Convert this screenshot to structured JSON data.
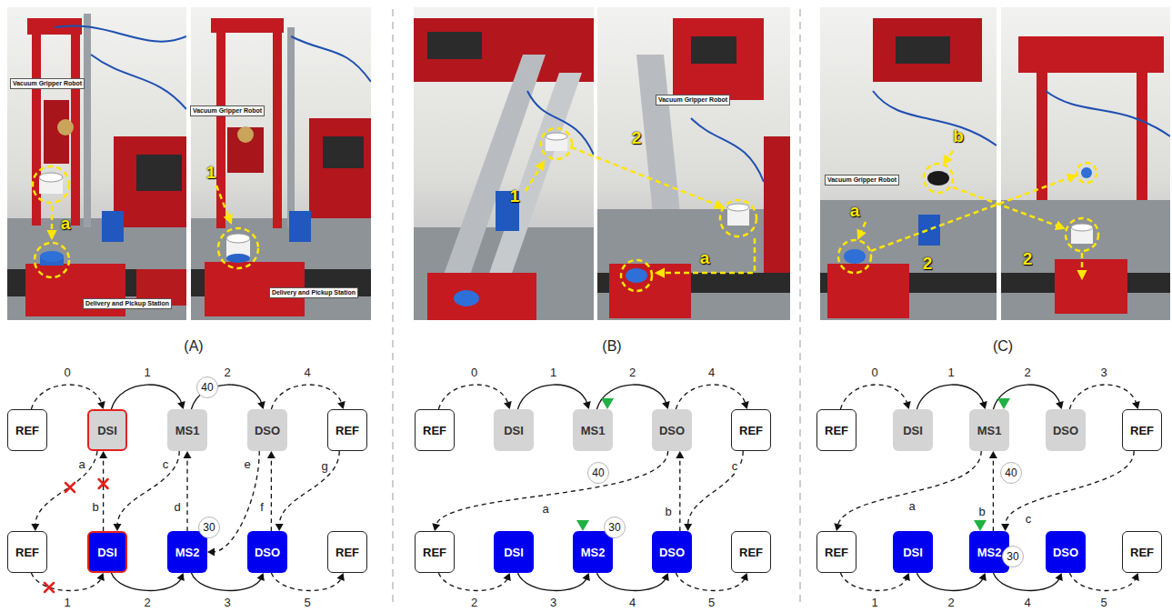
{
  "diagram": {
    "nodes": [
      {
        "text": [
          "REF"
        ]
      },
      {
        "text": [
          "DSI"
        ]
      },
      {
        "text": [
          "MS1"
        ]
      },
      {
        "text": [
          "DSO"
        ]
      },
      {
        "text": [
          "REF"
        ]
      },
      {
        "text": [
          "40"
        ]
      },
      {
        "text": [
          "REF"
        ]
      },
      {
        "text": [
          "DSI"
        ]
      },
      {
        "text": [
          "MS2"
        ]
      },
      {
        "text": [
          "DSO"
        ]
      },
      {
        "text": [
          "REF"
        ]
      },
      {
        "text": [
          "30"
        ]
      },
      {
        "text": [
          "REF"
        ]
      },
      {
        "text": [
          "DSI"
        ]
      },
      {
        "text": [
          "MS1"
        ]
      },
      {
        "text": [
          "DSO"
        ]
      },
      {
        "text": [
          "REF"
        ]
      },
      {
        "text": [
          "40"
        ]
      },
      {
        "text": [
          "REF"
        ]
      },
      {
        "text": [
          "DSI"
        ]
      },
      {
        "text": [
          "MS2"
        ]
      },
      {
        "text": [
          "DSO"
        ]
      },
      {
        "text": [
          "REF"
        ]
      },
      {
        "text": [
          "30"
        ]
      },
      {
        "text": [
          "REF"
        ]
      },
      {
        "text": [
          "DSI"
        ]
      },
      {
        "text": [
          "MS1"
        ]
      },
      {
        "text": [
          "DSO"
        ]
      },
      {
        "text": [
          "REF"
        ]
      },
      {
        "text": [
          "40"
        ]
      },
      {
        "text": [
          "REF"
        ]
      },
      {
        "text": [
          "DSI"
        ]
      },
      {
        "text": [
          "MS2"
        ]
      },
      {
        "text": [
          "DSO"
        ]
      },
      {
        "text": [
          "REF"
        ]
      },
      {
        "text": [
          "30"
        ]
      }
    ],
    "edges": [
      {
        "from": 0,
        "to": 1,
        "arrow": "to",
        "label": "0"
      },
      {
        "from": 1,
        "to": 2,
        "arrow": "to",
        "label": "1"
      },
      {
        "from": 2,
        "to": 3,
        "arrow": "to",
        "label": "2"
      },
      {
        "from": 3,
        "to": 4,
        "arrow": "to",
        "label": "4"
      },
      {
        "from": 1,
        "to": 6,
        "arrow": "to",
        "label": "a"
      },
      {
        "from": 7,
        "to": 1,
        "arrow": "to",
        "label": "b"
      },
      {
        "from": 2,
        "to": 7,
        "arrow": "to",
        "label": "c"
      },
      {
        "from": 8,
        "to": 2,
        "arrow": "to",
        "label": "d"
      },
      {
        "from": 3,
        "to": 8,
        "arrow": "to",
        "label": "e"
      },
      {
        "from": 9,
        "to": 3,
        "arrow": "to",
        "label": "f"
      },
      {
        "from": 4,
        "to": 9,
        "arrow": "to",
        "label": "g"
      },
      {
        "from": 6,
        "to": 7,
        "arrow": "to",
        "label": "1"
      },
      {
        "from": 7,
        "to": 8,
        "arrow": "to",
        "label": "2"
      },
      {
        "from": 8,
        "to": 9,
        "arrow": "to",
        "label": "3"
      },
      {
        "from": 9,
        "to": 10,
        "arrow": "to",
        "label": "5"
      },
      {
        "from": 12,
        "to": 13,
        "arrow": "to",
        "label": "0"
      },
      {
        "from": 13,
        "to": 14,
        "arrow": "to",
        "label": "1"
      },
      {
        "from": 14,
        "to": 15,
        "arrow": "to",
        "label": "2"
      },
      {
        "from": 15,
        "to": 16,
        "arrow": "to",
        "label": "4"
      },
      {
        "from": 15,
        "to": 18,
        "arrow": "to",
        "label": "a"
      },
      {
        "from": 21,
        "to": 15,
        "arrow": "to",
        "label": "b"
      },
      {
        "from": 16,
        "to": 21,
        "arrow": "to",
        "label": "c"
      },
      {
        "from": 18,
        "to": 19,
        "arrow": "to",
        "label": "2"
      },
      {
        "from": 19,
        "to": 20,
        "arrow": "to",
        "label": "3"
      },
      {
        "from": 20,
        "to": 21,
        "arrow": "to",
        "label": "4"
      },
      {
        "from": 21,
        "to": 22,
        "arrow": "to",
        "label": "5"
      },
      {
        "from": 24,
        "to": 25,
        "arrow": "to",
        "label": "0"
      },
      {
        "from": 25,
        "to": 26,
        "arrow": "to",
        "label": "1"
      },
      {
        "from": 26,
        "to": 27,
        "arrow": "to",
        "label": "2"
      },
      {
        "from": 27,
        "to": 28,
        "arrow": "to",
        "label": "3"
      },
      {
        "from": 26,
        "to": 30,
        "arrow": "to",
        "label": "a"
      },
      {
        "from": 32,
        "to": 26,
        "arrow": "to",
        "label": "b"
      },
      {
        "from": 28,
        "to": 32,
        "arrow": "to",
        "label": "c"
      },
      {
        "from": 30,
        "to": 31,
        "arrow": "to",
        "label": "1"
      },
      {
        "from": 31,
        "to": 32,
        "arrow": "to",
        "label": "2"
      },
      {
        "from": 32,
        "to": 33,
        "arrow": "to",
        "label": "4"
      },
      {
        "from": 33,
        "to": 34,
        "arrow": "to",
        "label": "5"
      }
    ],
    "labels": [
      "Vacuum Gripper Robot",
      "a",
      "Delivery and Pickup Station",
      "1",
      "Vacuum Gripper Robot",
      "Delivery and Pickup Station",
      "1",
      "2",
      "Vacuum Gripper Robot",
      "a",
      "b",
      "Vacuum Gripper Robot",
      "a",
      "2",
      "2",
      "(A)",
      "(B)",
      "(C)"
    ]
  }
}
